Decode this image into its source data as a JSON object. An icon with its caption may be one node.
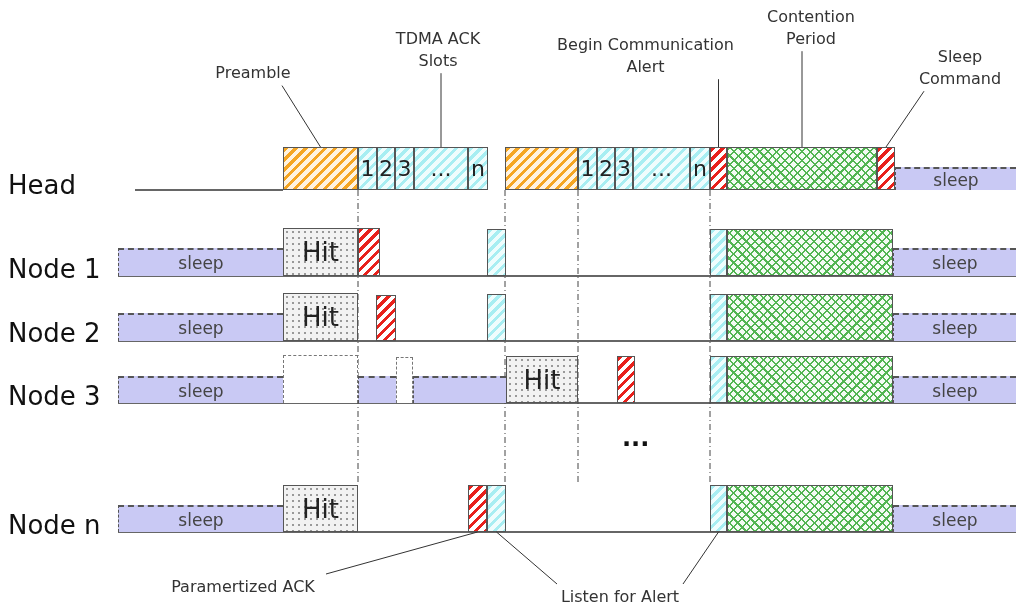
{
  "diagram": {
    "nodes": [
      {
        "text": [
          "Preamble"
        ]
      },
      {
        "text": [
          "TDMA ACK Slots"
        ]
      },
      {
        "text": [
          "Begin Communication Alert"
        ]
      },
      {
        "text": [
          "Contention Period"
        ]
      },
      {
        "text": [
          "Sleep Command"
        ]
      },
      {
        "text": [],
        "shape": "box"
      },
      {
        "text": [
          "1"
        ]
      },
      {
        "text": [
          "2"
        ]
      },
      {
        "text": [
          "3"
        ]
      },
      {
        "text": [
          "..."
        ]
      },
      {
        "text": [
          "n"
        ]
      },
      {
        "text": [],
        "shape": "box"
      },
      {
        "text": [
          "1"
        ]
      },
      {
        "text": [
          "2"
        ]
      },
      {
        "text": [
          "3"
        ]
      },
      {
        "text": [
          "..."
        ]
      },
      {
        "text": [
          "n"
        ]
      },
      {
        "text": [],
        "shape": "box"
      },
      {
        "text": [],
        "shape": "box"
      },
      {
        "text": [],
        "shape": "box"
      },
      {
        "text": [
          "sleep"
        ]
      },
      {
        "text": [
          "sleep"
        ]
      },
      {
        "text": [
          "Hit"
        ]
      },
      {
        "text": [],
        "shape": "box"
      },
      {
        "text": [],
        "shape": "box"
      },
      {
        "text": [],
        "shape": "box"
      },
      {
        "text": [],
        "shape": "box"
      },
      {
        "text": [
          "sleep"
        ]
      },
      {
        "text": [
          "sleep"
        ]
      },
      {
        "text": [
          "Hit"
        ]
      },
      {
        "text": [],
        "shape": "box"
      },
      {
        "text": [],
        "shape": "box"
      },
      {
        "text": [],
        "shape": "box"
      },
      {
        "text": [],
        "shape": "box"
      },
      {
        "text": [
          "sleep"
        ]
      },
      {
        "text": [
          "sleep"
        ]
      },
      {
        "text": [],
        "shape": "box"
      },
      {
        "text": [],
        "shape": "box"
      },
      {
        "text": [],
        "shape": "box"
      },
      {
        "text": [],
        "shape": "box"
      },
      {
        "text": [
          "Hit"
        ]
      },
      {
        "text": [],
        "shape": "box"
      },
      {
        "text": [],
        "shape": "box"
      },
      {
        "text": [],
        "shape": "box"
      },
      {
        "text": [
          "sleep"
        ]
      },
      {
        "text": [
          "sleep"
        ]
      },
      {
        "text": [
          "Hit"
        ]
      },
      {
        "text": [],
        "shape": "box"
      },
      {
        "text": [],
        "shape": "box"
      },
      {
        "text": [],
        "shape": "box"
      },
      {
        "text": [],
        "shape": "box"
      },
      {
        "text": [
          "sleep"
        ]
      },
      {
        "text": [
          "Paramertized ACK"
        ]
      },
      {
        "text": [
          "Listen for Alert"
        ]
      }
    ],
    "edges": [
      {
        "from": 0,
        "to": 5,
        "arrow": "none"
      },
      {
        "from": 1,
        "to": 9,
        "arrow": "none"
      },
      {
        "from": 2,
        "to": 17,
        "arrow": "none"
      },
      {
        "from": 3,
        "to": 18,
        "arrow": "none"
      },
      {
        "from": 4,
        "to": 19,
        "arrow": "none"
      },
      {
        "from": 52,
        "to": 47,
        "arrow": "none"
      },
      {
        "from": 53,
        "to": 48,
        "arrow": "none"
      },
      {
        "from": 53,
        "to": 49,
        "arrow": "none"
      }
    ],
    "labels": [
      "Head",
      "Node 1",
      "Node 2",
      "Node 3",
      "...",
      "Node n"
    ]
  }
}
